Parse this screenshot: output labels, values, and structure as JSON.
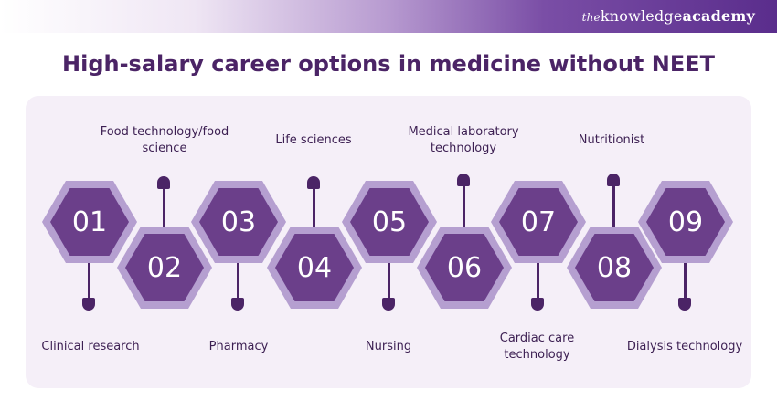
{
  "brand": {
    "the": "the",
    "knowledge": "knowledge",
    "academy": "academy"
  },
  "title": "High-salary career options in medicine without NEET",
  "steps": [
    {
      "number": "01",
      "label": "Clinical research"
    },
    {
      "number": "02",
      "label": "Food technology/food science"
    },
    {
      "number": "03",
      "label": "Pharmacy"
    },
    {
      "number": "04",
      "label": "Life sciences"
    },
    {
      "number": "05",
      "label": "Nursing"
    },
    {
      "number": "06",
      "label": "Medical laboratory technology"
    },
    {
      "number": "07",
      "label": "Cardiac care technology"
    },
    {
      "number": "08",
      "label": "Nutritionist"
    },
    {
      "number": "09",
      "label": "Dialysis technology"
    }
  ],
  "colors": {
    "primary": "#4b2466",
    "hex_fill": "#6b3f8a",
    "hex_border": "#b59fd0",
    "panel": "#f5eff8"
  }
}
